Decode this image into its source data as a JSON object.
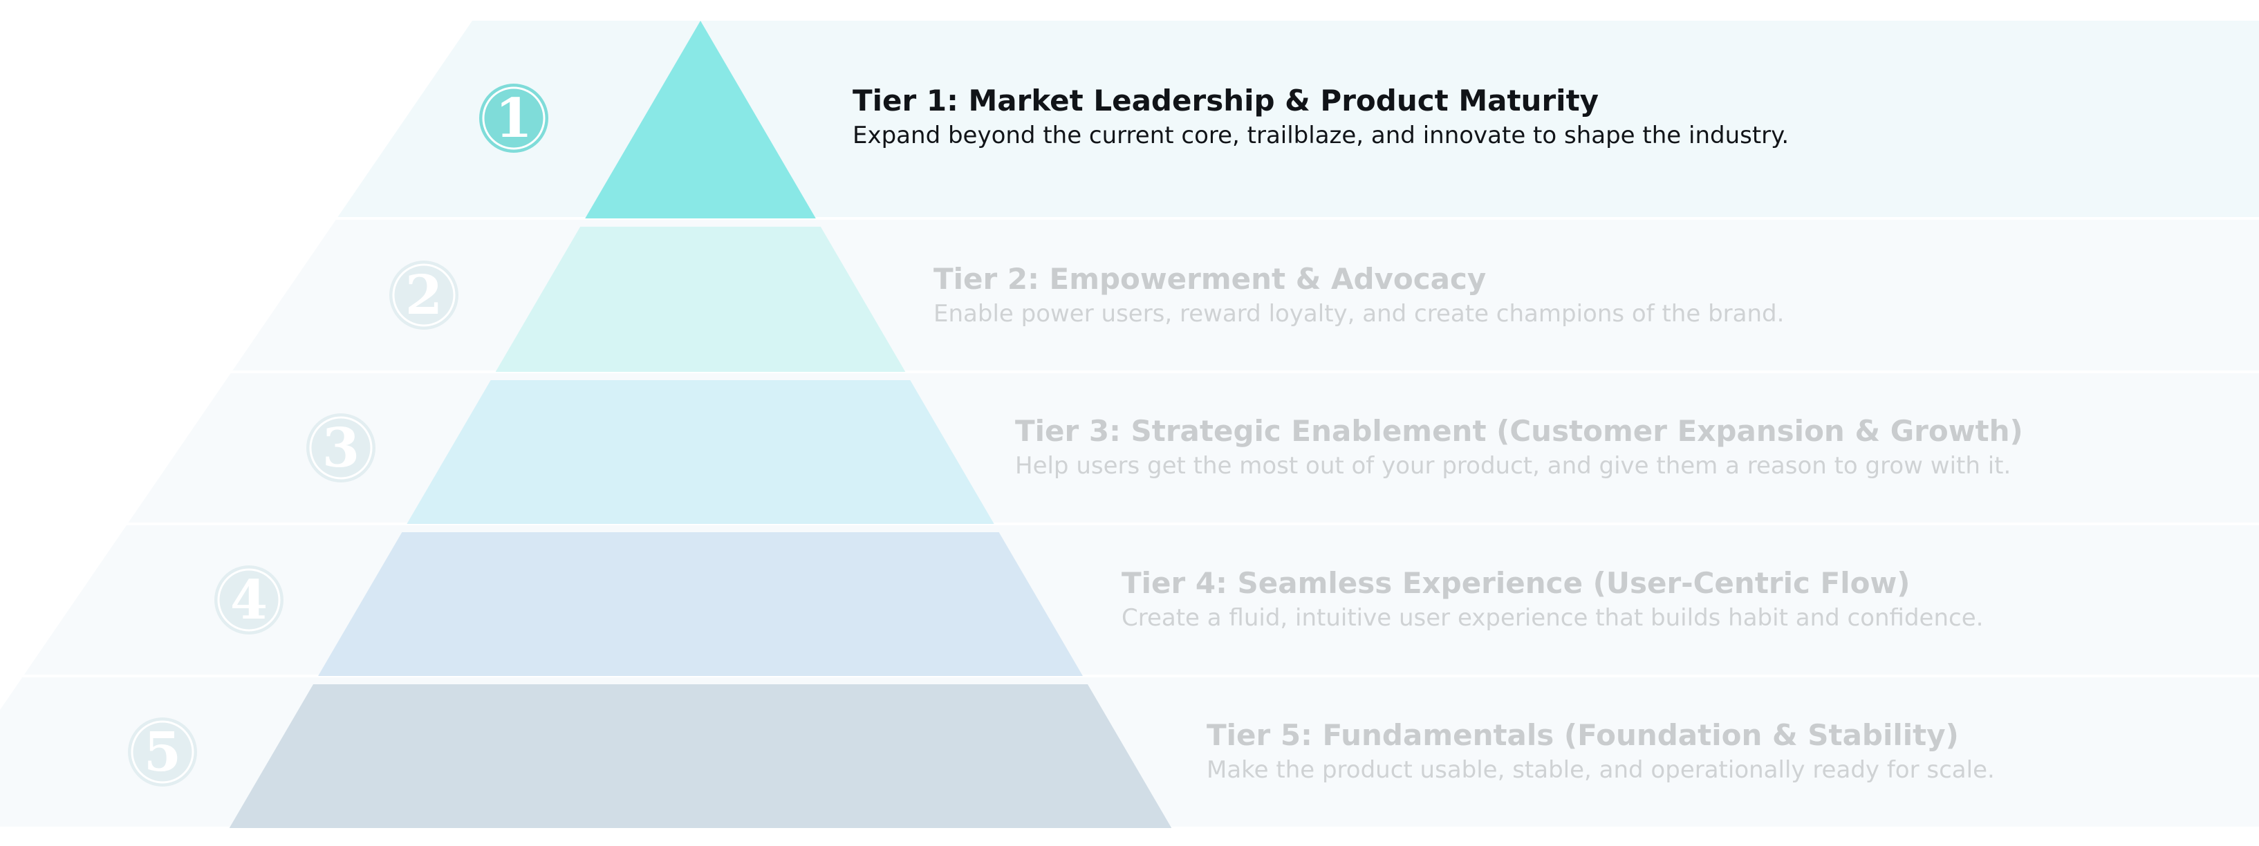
{
  "tiers": [
    {
      "number": "1",
      "title": "Tier 1: Market Leadership & Product Maturity",
      "description": "Expand beyond the current core, trailblaze, and innovate to shape the industry.",
      "active": true,
      "color": "#89e8e6"
    },
    {
      "number": "2",
      "title": "Tier 2: Empowerment & Advocacy",
      "description": "Enable power users, reward loyalty, and create champions of the brand.",
      "active": false,
      "color": "#d6f5f4"
    },
    {
      "number": "3",
      "title": "Tier 3: Strategic Enablement (Customer Expansion & Growth)",
      "description": "Help users get the most out of your product, and give them a reason to grow with it.",
      "active": false,
      "color": "#d6f1f8"
    },
    {
      "number": "4",
      "title": "Tier 4: Seamless Experience (User-Centric Flow)",
      "description": "Create a fluid, intuitive user experience that builds habit and confidence.",
      "active": false,
      "color": "#d7e7f4"
    },
    {
      "number": "5",
      "title": "Tier 5: Fundamentals (Foundation & Stability)",
      "description": "Make the product usable, stable, and operationally ready for scale.",
      "active": false,
      "color": "#d1dde6"
    }
  ],
  "colors": {
    "active_band": "#f1f9fb",
    "muted_band": "#f7fafc",
    "active_badge": "#7fdcd9",
    "muted_badge": "#e3eef1",
    "active_text": "#111418",
    "muted_text": "#c9ccce"
  }
}
